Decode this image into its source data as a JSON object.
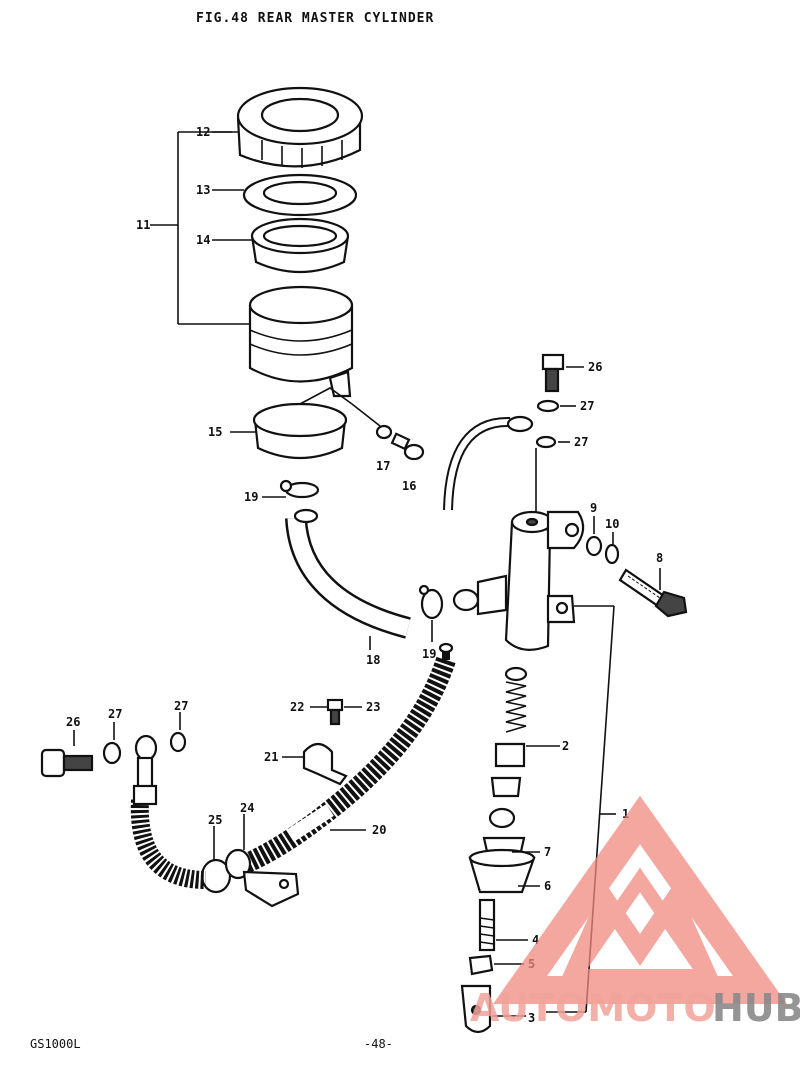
{
  "title": "FIG.48  REAR MASTER CYLINDER",
  "model": "GS1000L",
  "page_number": "-48-",
  "watermark": {
    "text_a": "AUTOMOTO",
    "text_b": "HUB",
    "color_a": "#f2a39a",
    "color_b": "#8a8a8a",
    "logo_color": "#f08a80"
  },
  "callouts": {
    "c1": "1",
    "c2": "2",
    "c3": "3",
    "c4": "4",
    "c5": "5",
    "c6": "6",
    "c7": "7",
    "c8": "8",
    "c9": "9",
    "c10": "10",
    "c11": "11",
    "c12": "12",
    "c13": "13",
    "c14": "14",
    "c15": "15",
    "c16": "16",
    "c17": "17",
    "c18": "18",
    "c19a": "19",
    "c19b": "19",
    "c20": "20",
    "c21": "21",
    "c22": "22",
    "c23": "23",
    "c24": "24",
    "c25": "25",
    "c26a": "26",
    "c26b": "26",
    "c27a": "27",
    "c27b": "27",
    "c27c": "27",
    "c27d": "27"
  }
}
